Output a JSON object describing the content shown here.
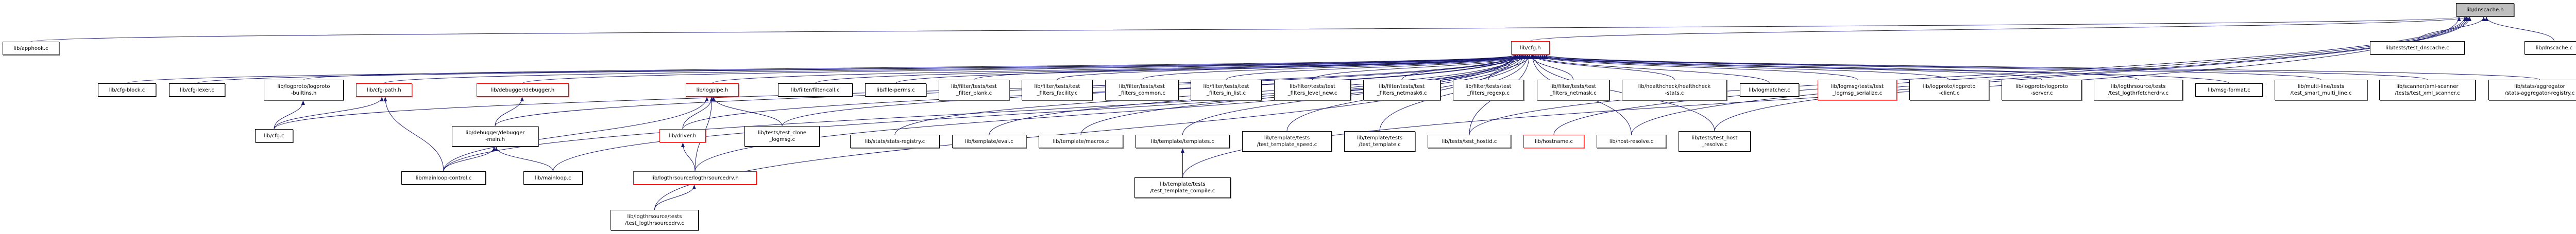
{
  "title": "lib/dnscache.h include dependency graph",
  "colors": {
    "edge": "#191970",
    "highlight_border": "#ff0000",
    "root_fill": "#bfbfbf"
  },
  "nodes": {
    "dnscache_h": [
      "lib/dnscache.h"
    ],
    "cfg_h": [
      "lib/cfg.h"
    ],
    "dnscache_c": [
      "lib/dnscache.c"
    ],
    "test_dnscache_c": [
      "lib/tests/test_dnscache.c"
    ],
    "apphook_c": [
      "lib/apphook.c"
    ],
    "cfg_block_c": [
      "lib/cfg-block.c"
    ],
    "cfg_lexer_c": [
      "lib/cfg-lexer.c"
    ],
    "logproto_builtins_h": [
      "lib/logproto/logproto",
      "-builtins.h"
    ],
    "cfg_path_h": [
      "lib/cfg-path.h"
    ],
    "cfg_c": [
      "lib/cfg.c"
    ],
    "mainloop_control_c": [
      "lib/mainloop-control.c"
    ],
    "debugger_h": [
      "lib/debugger/debugger.h"
    ],
    "debugger_main_h": [
      "lib/debugger/debugger",
      "-main.h"
    ],
    "mainloop_c": [
      "lib/mainloop.c"
    ],
    "logpipe_h": [
      "lib/logpipe.h"
    ],
    "driver_h": [
      "lib/driver.h"
    ],
    "logthrsourcedrv_h": [
      "lib/logthrsource/logthrsourcedrv.h"
    ],
    "test_logthrsourcedrv_c": [
      "lib/logthrsource/tests",
      "/test_logthrsourcedrv.c"
    ],
    "test_clone_logmsg_c": [
      "lib/tests/test_clone",
      "_logmsg.c"
    ],
    "filter_call_c": [
      "lib/filter/filter-call.c"
    ],
    "file_perms_c": [
      "lib/file-perms.c"
    ],
    "test_filter_blank_c": [
      "lib/filter/tests/test",
      "_filter_blank.c"
    ],
    "test_filters_facility_c": [
      "lib/filter/tests/test",
      "_filters_facility.c"
    ],
    "test_filters_common_c": [
      "lib/filter/tests/test",
      "_filters_common.c"
    ],
    "test_filters_in_list_c": [
      "lib/filter/tests/test",
      "_filters_in_list.c"
    ],
    "test_filters_level_new_c": [
      "lib/filter/tests/test",
      "_filters_level_new.c"
    ],
    "test_filters_netmask6_c": [
      "lib/filter/tests/test",
      "_filters_netmask6.c"
    ],
    "test_filters_regexp_c": [
      "lib/filter/tests/test",
      "_filters_regexp.c"
    ],
    "test_filters_netmask_c": [
      "lib/filter/tests/test",
      "_filters_netmask.c"
    ],
    "healthcheck_stats_c": [
      "lib/healthcheck/healthcheck",
      "-stats.c"
    ],
    "logmatcher_c": [
      "lib/logmatcher.c"
    ],
    "test_logmsg_serialize_c": [
      "lib/logmsg/tests/test",
      "_logmsg_serialize.c"
    ],
    "logproto_client_c": [
      "lib/logproto/logproto",
      "-client.c"
    ],
    "logproto_server_c": [
      "lib/logproto/logproto",
      "-server.c"
    ],
    "test_logthrfetcherdrv_c": [
      "lib/logthrsource/tests",
      "/test_logthrfetcherdrv.c"
    ],
    "msg_format_c": [
      "lib/msg-format.c"
    ],
    "test_smart_multi_line_c": [
      "lib/multi-line/tests",
      "/test_smart_multi_line.c"
    ],
    "test_xml_scanner_c": [
      "lib/scanner/xml-scanner",
      "/tests/test_xml_scanner.c"
    ],
    "stats_aggregator_registry_c": [
      "lib/stats/aggregator",
      "/stats-aggregator-registry.c"
    ],
    "stats_registry_c": [
      "lib/stats/stats-registry.c"
    ],
    "template_eval_c": [
      "lib/template/eval.c"
    ],
    "template_macros_c": [
      "lib/template/macros.c"
    ],
    "template_templates_c": [
      "lib/template/templates.c"
    ],
    "test_template_speed_c": [
      "lib/template/tests",
      "/test_template_speed.c"
    ],
    "test_template_c": [
      "lib/template/tests",
      "/test_template.c"
    ],
    "test_template_compile_c": [
      "lib/template/tests",
      "/test_template_compile.c"
    ],
    "test_hostid_c": [
      "lib/tests/test_hostid.c"
    ],
    "hostname_c": [
      "lib/hostname.c"
    ],
    "host_resolve_c": [
      "lib/host-resolve.c"
    ],
    "test_host_resolve_c": [
      "lib/tests/test_host",
      "_resolve.c"
    ]
  },
  "edges": [
    [
      "cfg_h",
      "dnscache_h"
    ],
    [
      "dnscache_c",
      "dnscache_h"
    ],
    [
      "test_dnscache_c",
      "dnscache_h"
    ],
    [
      "apphook_c",
      "dnscache_h"
    ],
    [
      "hostname_c",
      "dnscache_h"
    ],
    [
      "host_resolve_c",
      "dnscache_h"
    ],
    [
      "test_host_resolve_c",
      "dnscache_h"
    ],
    [
      "test_hostid_c",
      "dnscache_h"
    ],
    [
      "test_template_compile_c",
      "dnscache_h"
    ],
    [
      "cfg_block_c",
      "cfg_h"
    ],
    [
      "cfg_lexer_c",
      "cfg_h"
    ],
    [
      "logproto_builtins_h",
      "cfg_h"
    ],
    [
      "cfg_path_h",
      "cfg_h"
    ],
    [
      "cfg_c",
      "cfg_h"
    ],
    [
      "mainloop_control_c",
      "cfg_h"
    ],
    [
      "debugger_h",
      "cfg_h"
    ],
    [
      "debugger_main_h",
      "cfg_h"
    ],
    [
      "mainloop_c",
      "cfg_h"
    ],
    [
      "logpipe_h",
      "cfg_h"
    ],
    [
      "driver_h",
      "cfg_h"
    ],
    [
      "logthrsourcedrv_h",
      "cfg_h"
    ],
    [
      "test_logthrsourcedrv_c",
      "cfg_h"
    ],
    [
      "test_clone_logmsg_c",
      "cfg_h"
    ],
    [
      "filter_call_c",
      "cfg_h"
    ],
    [
      "file_perms_c",
      "cfg_h"
    ],
    [
      "test_filter_blank_c",
      "cfg_h"
    ],
    [
      "test_filters_facility_c",
      "cfg_h"
    ],
    [
      "test_filters_common_c",
      "cfg_h"
    ],
    [
      "test_filters_in_list_c",
      "cfg_h"
    ],
    [
      "test_filters_level_new_c",
      "cfg_h"
    ],
    [
      "test_filters_netmask6_c",
      "cfg_h"
    ],
    [
      "test_filters_regexp_c",
      "cfg_h"
    ],
    [
      "test_filters_netmask_c",
      "cfg_h"
    ],
    [
      "healthcheck_stats_c",
      "cfg_h"
    ],
    [
      "logmatcher_c",
      "cfg_h"
    ],
    [
      "test_logmsg_serialize_c",
      "cfg_h"
    ],
    [
      "logproto_client_c",
      "cfg_h"
    ],
    [
      "logproto_server_c",
      "cfg_h"
    ],
    [
      "test_logthrfetcherdrv_c",
      "cfg_h"
    ],
    [
      "msg_format_c",
      "cfg_h"
    ],
    [
      "test_smart_multi_line_c",
      "cfg_h"
    ],
    [
      "test_xml_scanner_c",
      "cfg_h"
    ],
    [
      "stats_aggregator_registry_c",
      "cfg_h"
    ],
    [
      "stats_registry_c",
      "cfg_h"
    ],
    [
      "template_eval_c",
      "cfg_h"
    ],
    [
      "template_macros_c",
      "cfg_h"
    ],
    [
      "template_templates_c",
      "cfg_h"
    ],
    [
      "test_template_speed_c",
      "cfg_h"
    ],
    [
      "test_template_c",
      "cfg_h"
    ],
    [
      "test_hostid_c",
      "cfg_h"
    ],
    [
      "host_resolve_c",
      "cfg_h"
    ],
    [
      "test_host_resolve_c",
      "cfg_h"
    ],
    [
      "cfg_c",
      "logproto_builtins_h"
    ],
    [
      "cfg_c",
      "cfg_path_h"
    ],
    [
      "mainloop_control_c",
      "cfg_path_h"
    ],
    [
      "mainloop_control_c",
      "debugger_main_h"
    ],
    [
      "mainloop_control_c",
      "logpipe_h"
    ],
    [
      "debugger_main_h",
      "debugger_h"
    ],
    [
      "mainloop_c",
      "debugger_main_h"
    ],
    [
      "driver_h",
      "logpipe_h"
    ],
    [
      "test_clone_logmsg_c",
      "logpipe_h"
    ],
    [
      "logthrsourcedrv_h",
      "driver_h"
    ],
    [
      "logthrsourcedrv_h",
      "logpipe_h"
    ],
    [
      "test_logthrsourcedrv_c",
      "logthrsourcedrv_h"
    ],
    [
      "test_template_compile_c",
      "template_templates_c"
    ]
  ]
}
